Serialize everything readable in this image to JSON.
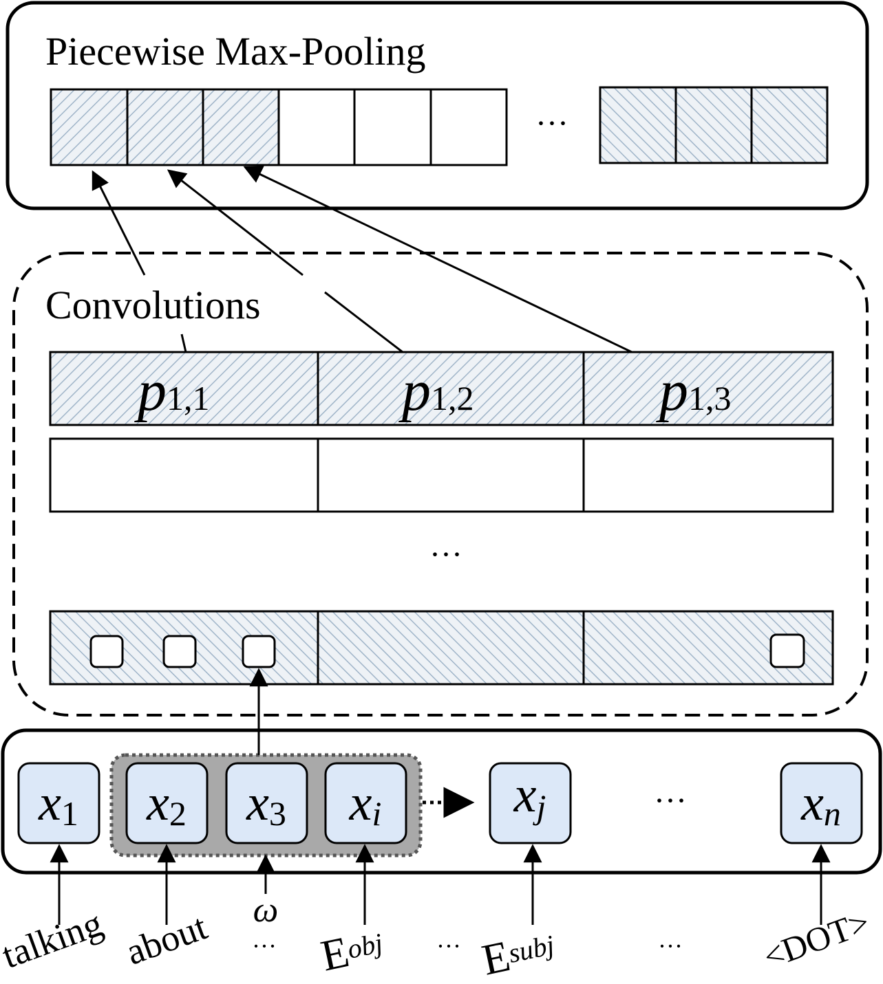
{
  "pooling": {
    "title": "Piecewise Max-Pooling",
    "ellipsis": "···"
  },
  "convolutions": {
    "title": "Convolutions",
    "pieces": [
      {
        "base": "p",
        "sub": "1,1"
      },
      {
        "base": "p",
        "sub": "1,2"
      },
      {
        "base": "p",
        "sub": "1,3"
      }
    ],
    "ellipsis": "···"
  },
  "tokens": [
    {
      "base": "x",
      "sub": "1"
    },
    {
      "base": "x",
      "sub": "2"
    },
    {
      "base": "x",
      "sub": "3"
    },
    {
      "base": "x",
      "sub": "i"
    },
    {
      "base": "x",
      "sub": "j"
    },
    {
      "base": "x",
      "sub": "n"
    }
  ],
  "token_ellipsis": "···",
  "window_label": "ω",
  "words": {
    "talking": "talking",
    "about": "about",
    "dots1": "···",
    "eobj_base": "E",
    "eobj_sub": "obj",
    "dots2": "···",
    "esubj_base": "E",
    "esubj_sub": "subj",
    "dots3": "···",
    "dot": "<DOT>"
  },
  "colors": {
    "token_fill": "#dce8f8",
    "hatch_stroke": "#9fb4c8",
    "hatch_bg": "#eef2f6",
    "window_fill": "#a9a9a9"
  }
}
